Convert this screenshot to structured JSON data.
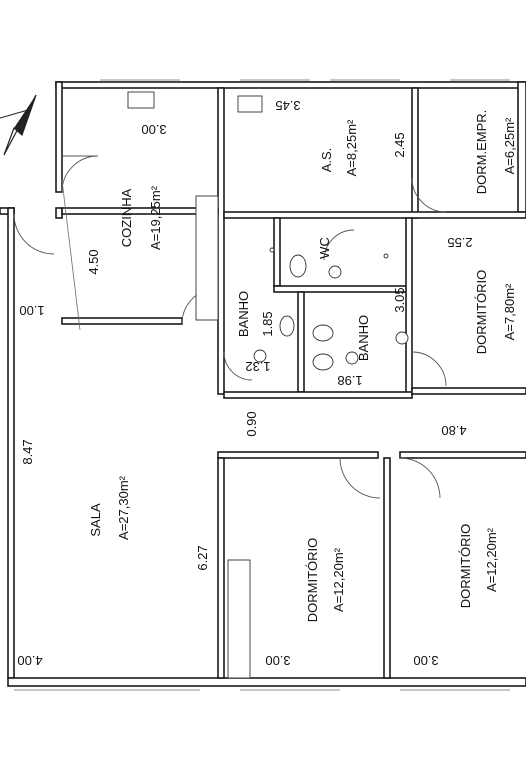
{
  "rooms": {
    "cozinha": {
      "name": "COZINHA",
      "area": "A=19,25m²"
    },
    "as": {
      "name": "A.S.",
      "area": "A=8,25m²"
    },
    "dorm_empr": {
      "name": "DORM.EMPR.",
      "area": "A=6,25m²"
    },
    "wc": {
      "name": "WC"
    },
    "banho1": {
      "name": "BANHO"
    },
    "banho2": {
      "name": "BANHO"
    },
    "dormitorio1": {
      "name": "DORMITÓRIO",
      "area": "A=7,80m²"
    },
    "sala": {
      "name": "SALA",
      "area": "A=27,30m²"
    },
    "dormitorio2": {
      "name": "DORMITÓRIO",
      "area": "A=12,20m²"
    },
    "dormitorio3": {
      "name": "DORMITÓRIO",
      "area": "A=12,20m²"
    }
  },
  "dimensions": {
    "d_300_top": "3.00",
    "d_345": "3.45",
    "d_245": "2.45",
    "d_450": "4.50",
    "d_100": "1.00",
    "d_255": "2.55",
    "d_185": "1.85",
    "d_305": "3.05",
    "d_132": "1.32",
    "d_198": "1.98",
    "d_847": "8.47",
    "d_090": "0.90",
    "d_480": "4.80",
    "d_627": "6.27",
    "d_400": "4.00",
    "d_300_a": "3.00",
    "d_300_b": "3.00"
  }
}
